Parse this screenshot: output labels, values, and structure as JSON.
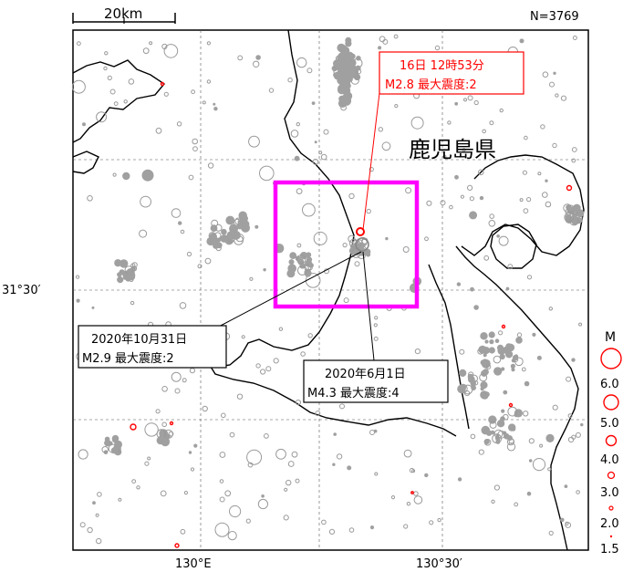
{
  "scale_bar": {
    "label": "20km"
  },
  "count": "N=3769",
  "prefecture": "鹿児島県",
  "axes": {
    "lat_label": "31°30′",
    "lon_labels": [
      "130°E",
      "130°30′"
    ]
  },
  "annotations": {
    "latest": {
      "line1": "16日 12時53分",
      "line2": "M2.8 最大震度:2"
    },
    "oct": {
      "line1": "2020年10月31日",
      "line2": "M2.9 最大震度:2"
    },
    "jun": {
      "line1": "2020年6月1日",
      "line2": "M4.3 最大震度:4"
    }
  },
  "magnitude_legend": {
    "title": "M",
    "items": [
      "6.0",
      "5.0",
      "4.0",
      "3.0",
      "2.0",
      "1.5"
    ]
  },
  "colors": {
    "highlight_box": "#ff00ff",
    "recent_event": "#ff0000",
    "past_event": "#999999",
    "coast": "#000000"
  }
}
